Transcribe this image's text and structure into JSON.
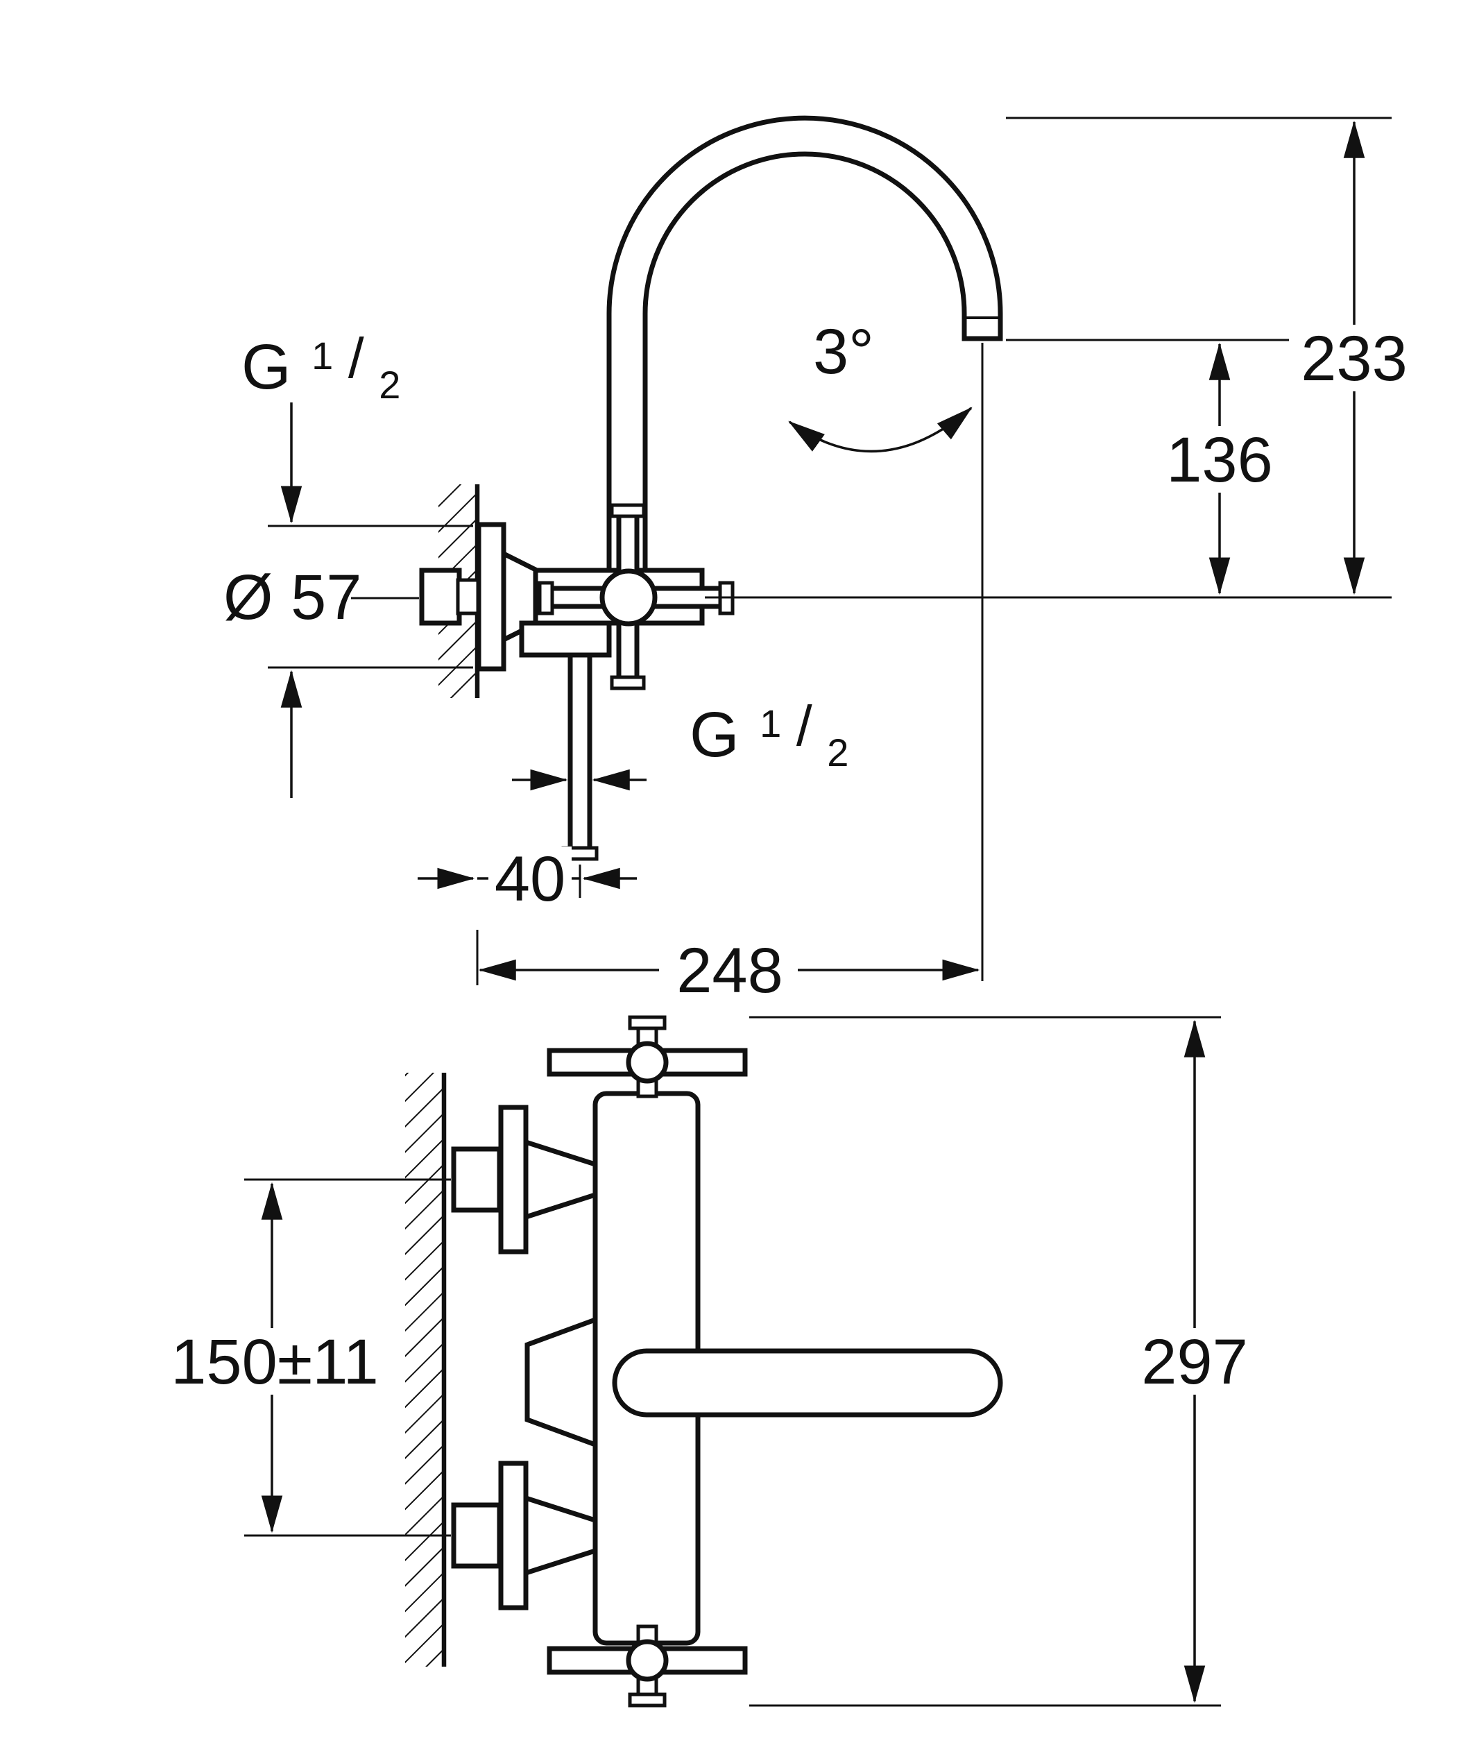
{
  "drawing": {
    "background": "#ffffff",
    "line_color": "#111111",
    "type": "technical-dimension-drawing",
    "subject": "wall-mounted bath/shower mixer faucet, side view and front view",
    "side_view": {
      "thread_top": {
        "prefix": "G",
        "numerator": "1",
        "slash": "/",
        "denominator": "2"
      },
      "escutcheon_diameter": "Ø 57",
      "thread_bottom": {
        "prefix": "G",
        "numerator": "1",
        "slash": "/",
        "denominator": "2"
      },
      "wall_offset": "40",
      "spout_reach": "248",
      "swivel_angle": "3°",
      "outlet_height": "136",
      "total_height": "233"
    },
    "front_view": {
      "connection_distance": "150±11",
      "total_width": "297"
    }
  }
}
